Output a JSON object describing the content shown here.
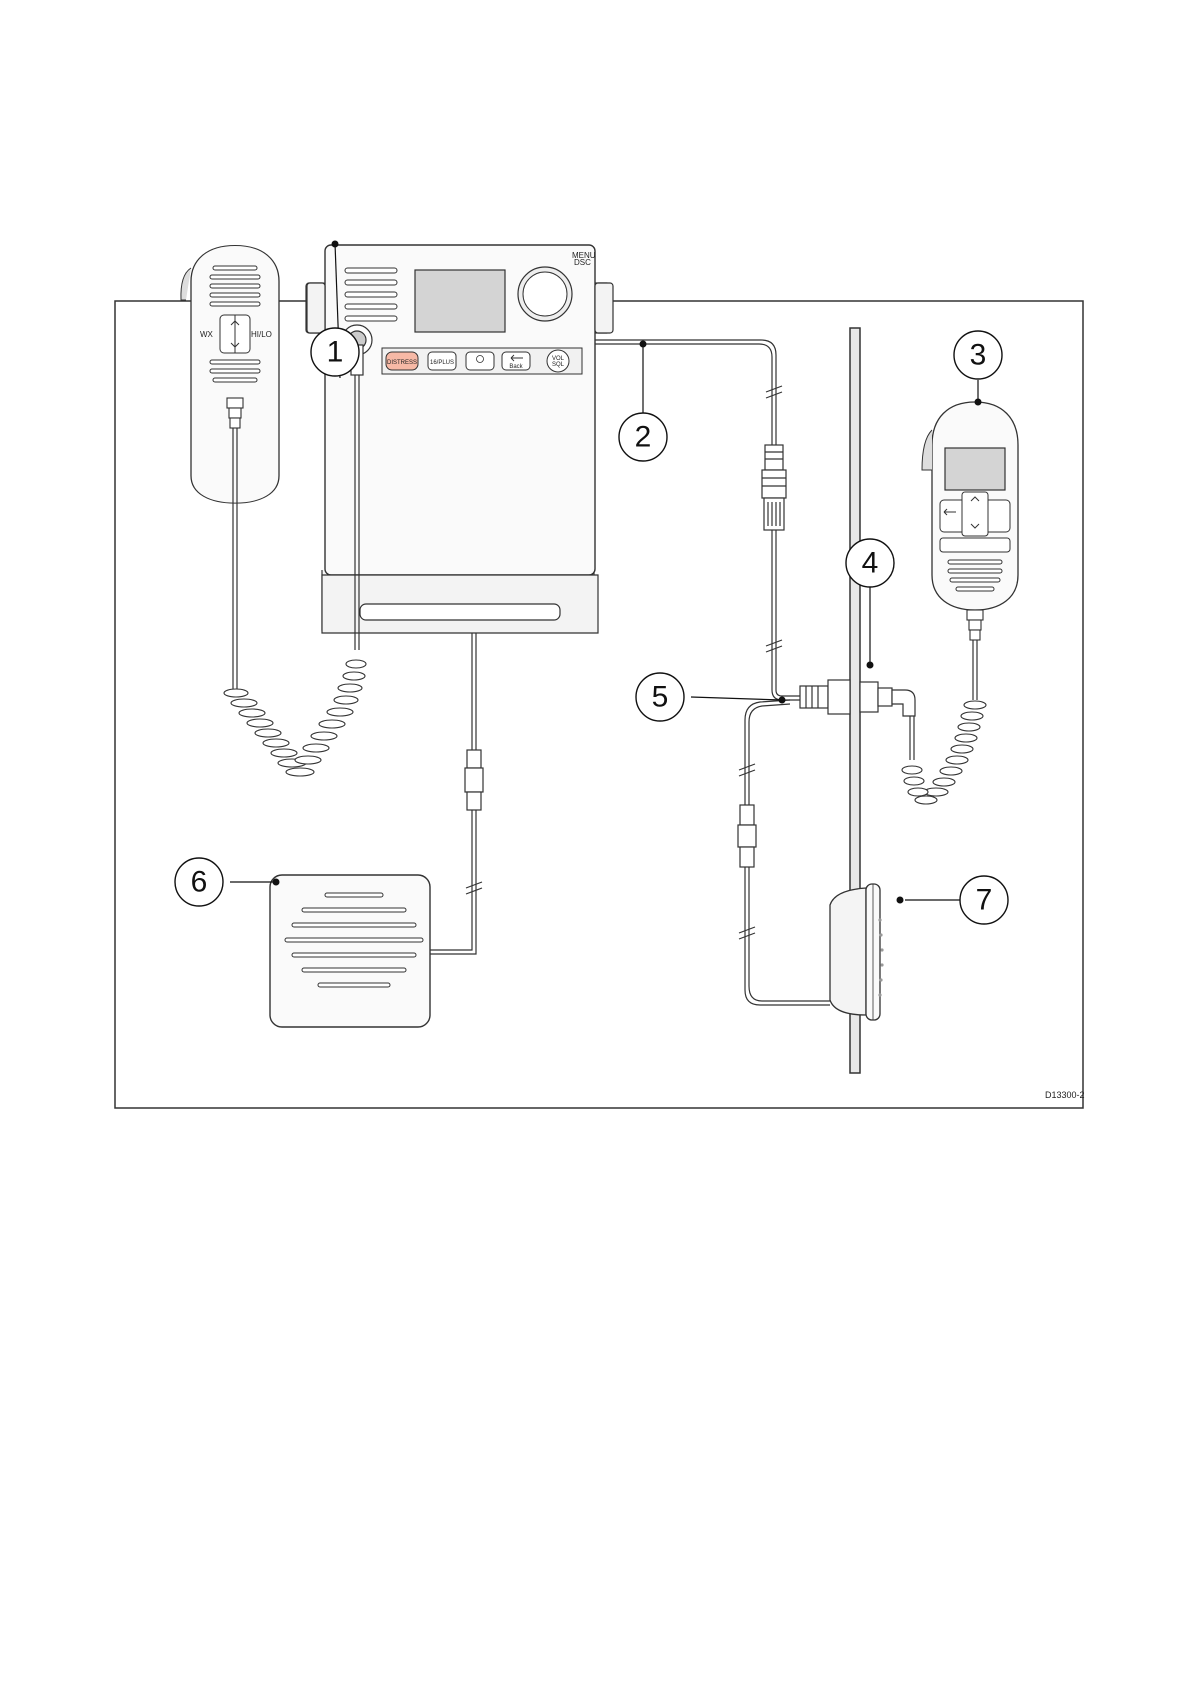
{
  "diagram": {
    "reference_code": "D13300-2",
    "callouts": [
      {
        "id": "1",
        "label": "1"
      },
      {
        "id": "2",
        "label": "2"
      },
      {
        "id": "3",
        "label": "3"
      },
      {
        "id": "4",
        "label": "4"
      },
      {
        "id": "5",
        "label": "5"
      },
      {
        "id": "6",
        "label": "6"
      },
      {
        "id": "7",
        "label": "7"
      }
    ],
    "radio_buttons": {
      "distress": "DISTRESS",
      "plus": "16/PLUS",
      "back": "Back",
      "vol": "VOL",
      "sql": "SQL",
      "menu": "MENU",
      "dsc": "DSC"
    },
    "mic_labels": {
      "left": "WX",
      "right": "HI/LO"
    }
  }
}
